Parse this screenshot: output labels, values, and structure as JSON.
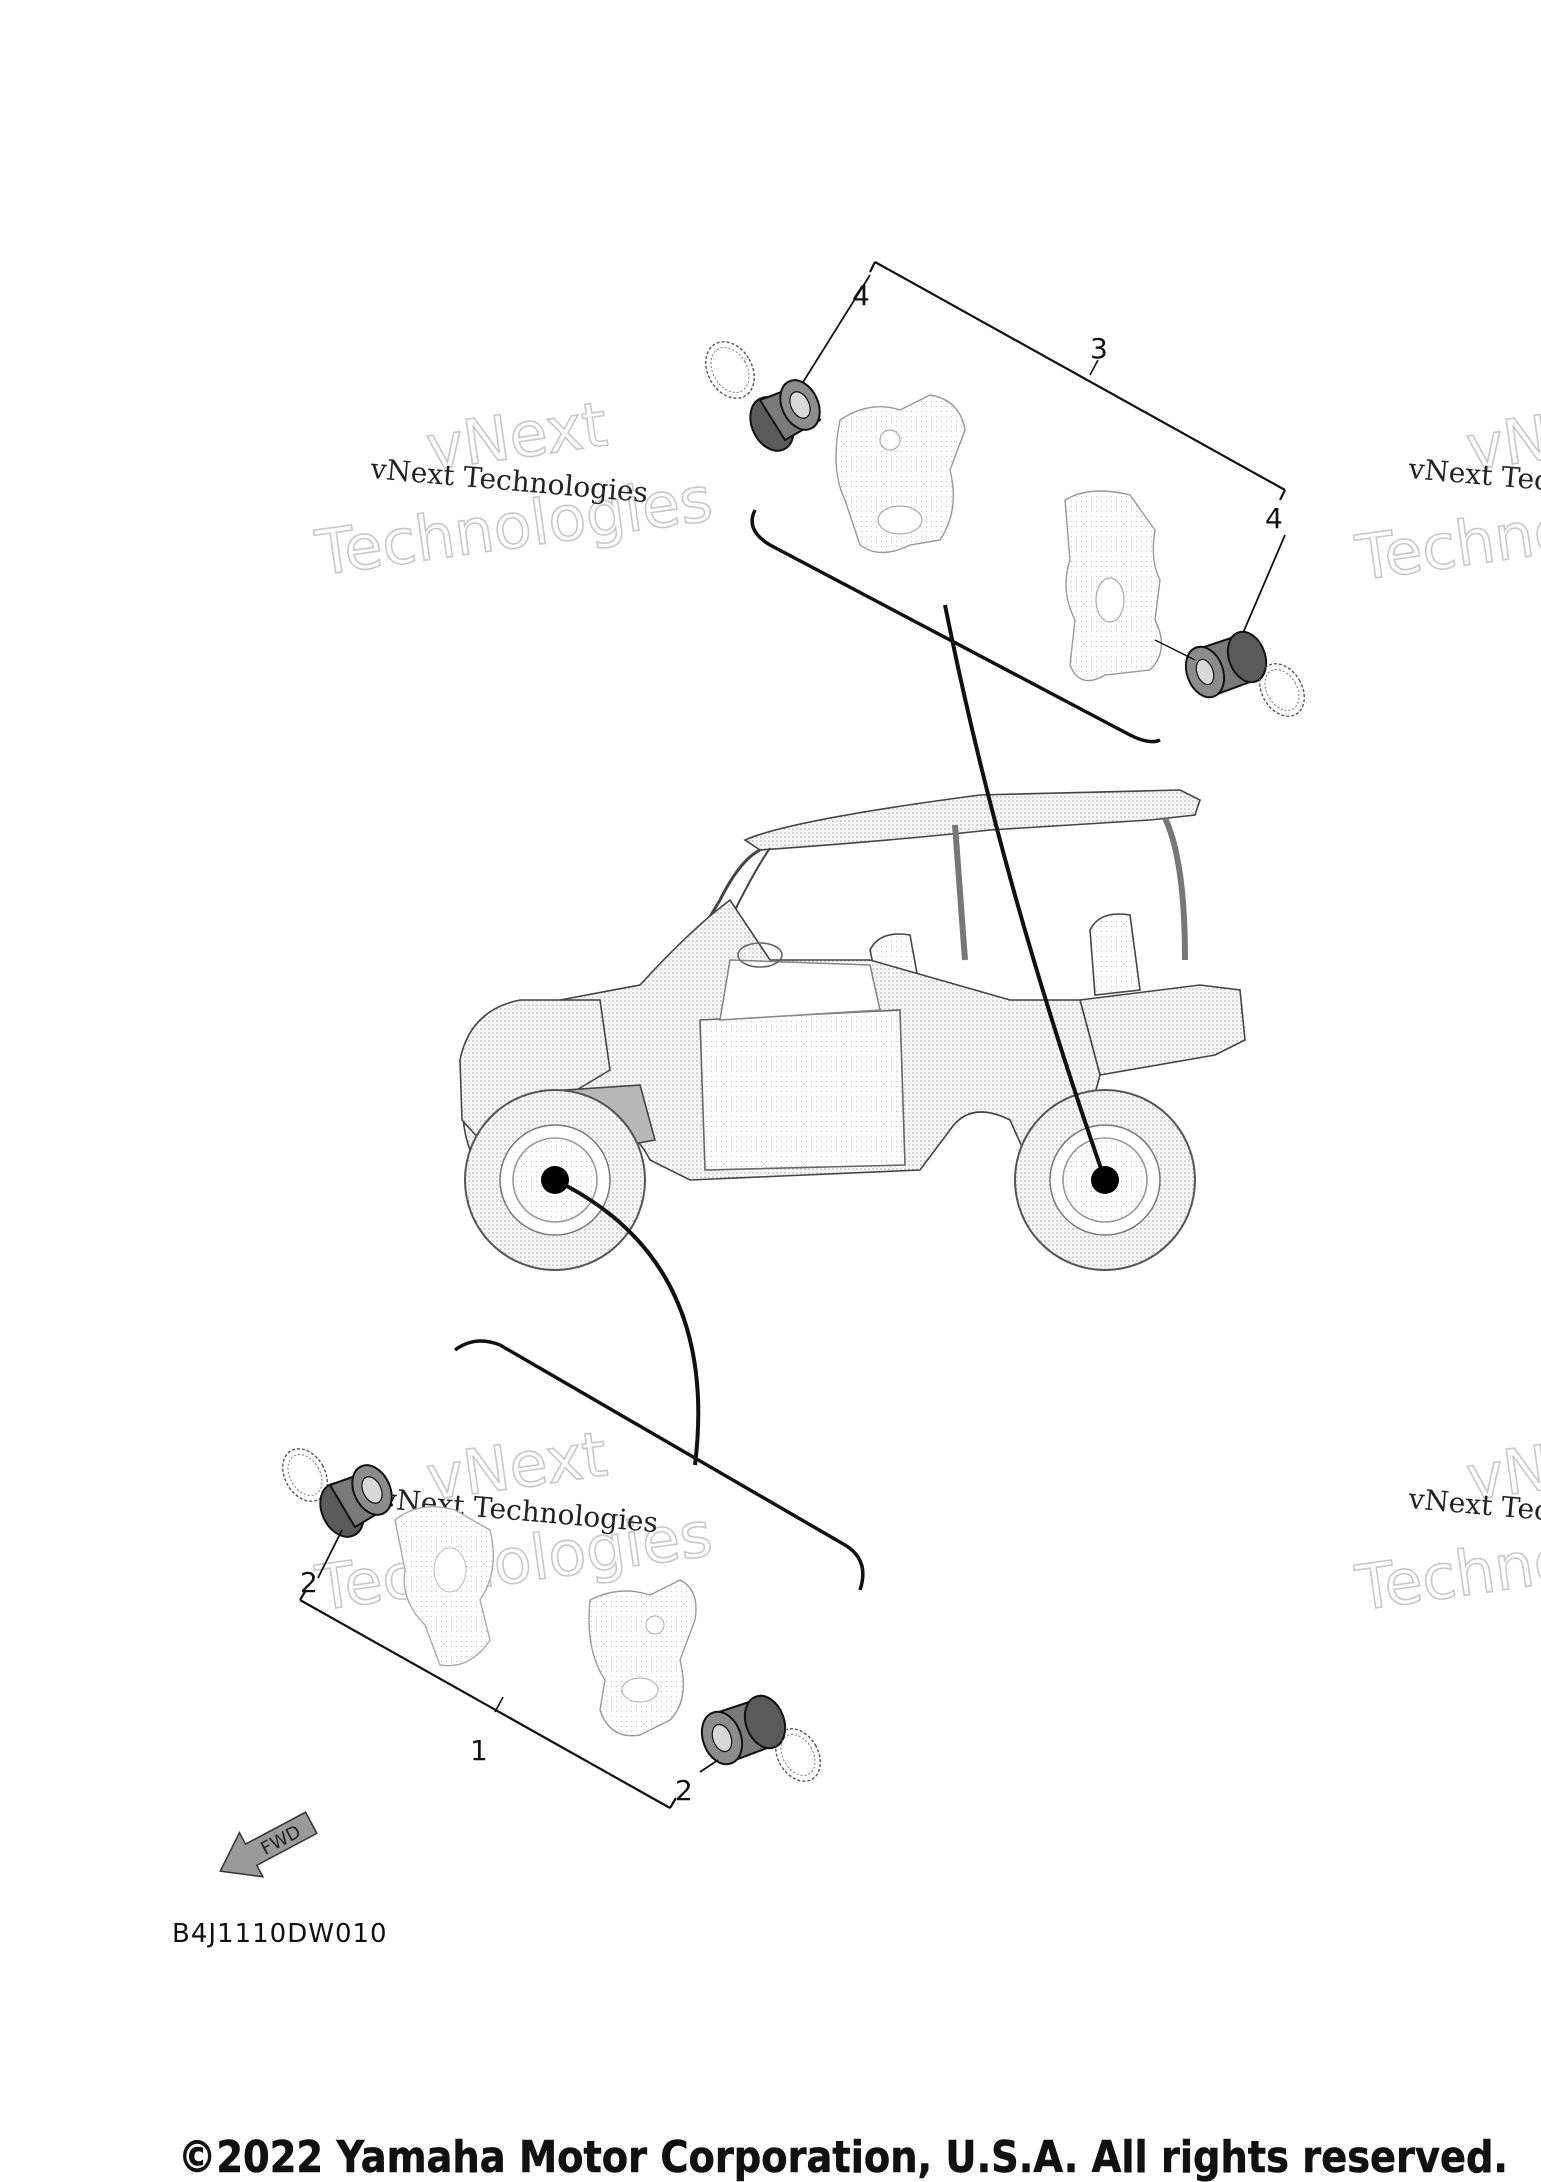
{
  "callouts": {
    "c1": "1",
    "c2a": "2",
    "c2b": "2",
    "c3": "3",
    "c4a": "4",
    "c4b": "4"
  },
  "watermark": {
    "serif_line": "vNext Technologies",
    "outline_line1": "vNext",
    "outline_line2": "Technologies"
  },
  "fwd_label": "FWD",
  "drawing_code": "B4J1110DW010",
  "copyright": "©2022 Yamaha Motor Corporation, U.S.A. All rights reserved.",
  "colors": {
    "line": "#111111",
    "part_fill": "#f2f2f2",
    "bushing": "#6a6a6a",
    "watermark_outline": "#c8c8c8"
  }
}
